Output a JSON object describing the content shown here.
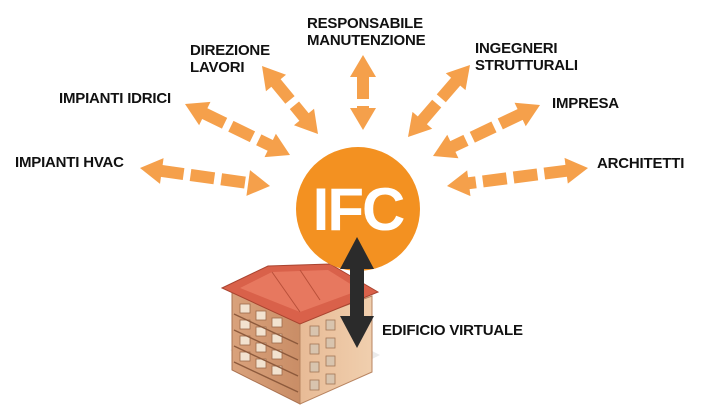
{
  "hub": {
    "label": "IFC",
    "color": "#f39121"
  },
  "arrow_color": "#f5a04b",
  "link_arrow_color": "#2b2b2b",
  "stakeholders": {
    "impianti_hvac": "IMPIANTI HVAC",
    "impianti_idrici": "IMPIANTI IDRICI",
    "direzione_lavori": [
      "DIREZIONE",
      "LAVORI"
    ],
    "responsabile_manutenzione": [
      "RESPONSABILE",
      "MANUTENZIONE"
    ],
    "ingegneri_strutturali": [
      "INGEGNERI",
      "STRUTTURALI"
    ],
    "impresa": "IMPRESA",
    "architetti": "ARCHITETTI"
  },
  "building": {
    "label": "EDIFICIO VIRTUALE",
    "icon": "building-icon"
  }
}
